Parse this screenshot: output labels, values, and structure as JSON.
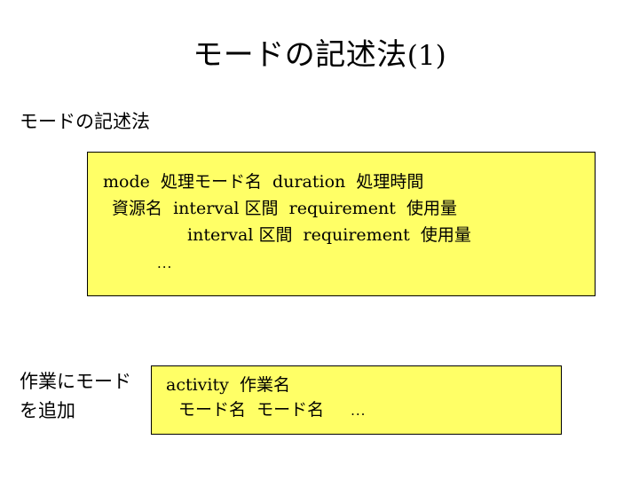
{
  "slide": {
    "title_main": "モードの記述法",
    "title_suffix": "(1)",
    "sub_heading": "モードの記述法",
    "background_color": "#ffffff",
    "box_fill_color": "#ffff66",
    "box_border_color": "#000000",
    "text_color": "#000000"
  },
  "syntax_box": {
    "lines": [
      {
        "id": "line1",
        "segments": [
          {
            "text": "mode",
            "script": "latin"
          },
          {
            "text": "  処理モード名  ",
            "script": "japanese"
          },
          {
            "text": "duration",
            "script": "latin"
          },
          {
            "text": "  処理時間",
            "script": "japanese"
          }
        ]
      },
      {
        "id": "line2",
        "segments": [
          {
            "text": "資源名  ",
            "script": "japanese"
          },
          {
            "text": "interval",
            "script": "latin"
          },
          {
            "text": " 区間 ",
            "script": "japanese"
          },
          {
            "text": " requirement",
            "script": "latin"
          },
          {
            "text": "  使用量",
            "script": "japanese"
          }
        ]
      },
      {
        "id": "line3",
        "segments": [
          {
            "text": "interval",
            "script": "latin"
          },
          {
            "text": " 区間 ",
            "script": "japanese"
          },
          {
            "text": " requirement",
            "script": "latin"
          },
          {
            "text": "  使用量",
            "script": "japanese"
          }
        ]
      },
      {
        "id": "line4",
        "segments": [
          {
            "text": "...",
            "script": "dots"
          }
        ]
      }
    ],
    "line1_latin_1": "mode",
    "line1_jp_1": "  処理モード名  ",
    "line1_latin_2": "duration",
    "line1_jp_2": "  処理時間",
    "line2_jp_1": "資源名  ",
    "line2_latin_1": "interval",
    "line2_jp_2": " 区間  ",
    "line2_latin_2": "requirement",
    "line2_jp_3": "  使用量",
    "line3_latin_1": "interval",
    "line3_jp_1": " 区間  ",
    "line3_latin_2": "requirement",
    "line3_jp_2": "  使用量",
    "line4_ellipsis": "..."
  },
  "activity_box": {
    "line1_latin": "activity",
    "line1_jp": "  作業名",
    "line2_jp": "モード名  モード名",
    "line2_ellipsis": "..."
  },
  "annotation": {
    "line1": "作業にモード",
    "line2": "を追加"
  }
}
